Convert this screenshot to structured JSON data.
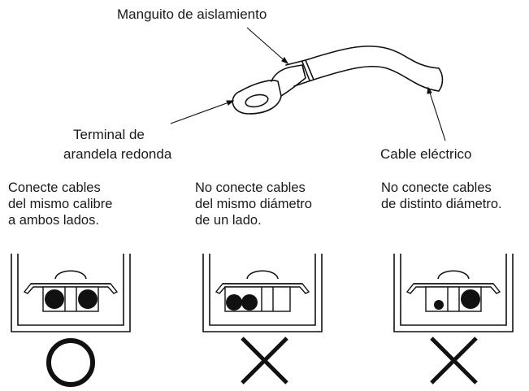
{
  "labels": {
    "sleeve": "Manguito de aislamiento",
    "terminal_line1": "Terminal de",
    "terminal_line2": "arandela redonda",
    "cable": "Cable eléctrico"
  },
  "cases": [
    {
      "caption": [
        "Conecte cables",
        "del mismo calibre",
        "a ambos lados."
      ],
      "verdict": "correct",
      "verdict_symbol": "circle-mark"
    },
    {
      "caption": [
        "No conecte cables",
        "del mismo diámetro",
        "de un lado."
      ],
      "verdict": "wrong",
      "verdict_symbol": "cross-mark"
    },
    {
      "caption": [
        "No conecte cables",
        "de distinto diámetro."
      ],
      "verdict": "wrong",
      "verdict_symbol": "cross-mark"
    }
  ]
}
